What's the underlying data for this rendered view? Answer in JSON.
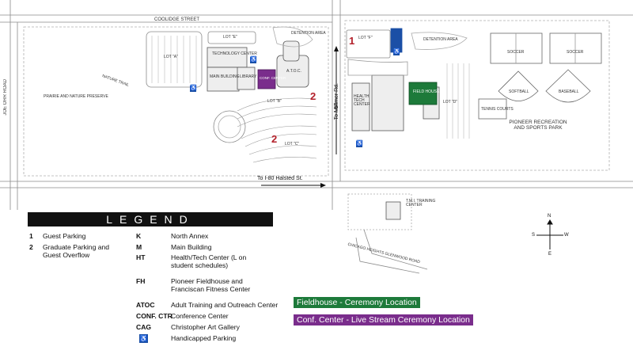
{
  "roads": {
    "coolidge": "COOLIDGE STREET",
    "joe_orr": "JOE ORR ROAD",
    "vollmer": "Vollmer Rd.",
    "i57": "To I-57",
    "halsted": "To I-80  Halsted St.",
    "chicago_heights": "CHICAGO HEIGHTS GLENWOOD ROAD"
  },
  "places": {
    "prairie": "PRAIRIE AND NATURE PRESERVE",
    "nature_trail": "NATURE TRAIL",
    "lot_a": "LOT \"A\"",
    "lot_b": "LOT \"B\"",
    "lot_c": "LOT \"C\"",
    "lot_d": "LOT \"D\"",
    "lot_e": "LOT \"E\"",
    "lot_f": "LOT \"F\"",
    "technology_center": "TECHNOLOGY CENTER",
    "main_building": "MAIN BUILDING",
    "library": "LIBRARY",
    "conf_center": "CONF. CENTER",
    "atoc": "A.T.O.C.",
    "detention_area_1": "DETENTION AREA",
    "detention_area_2": "DETENTION AREA",
    "health_tech": "HEALTH TECH CENTER",
    "field_house": "FIELD HOUSE",
    "soccer_1": "SOCCER",
    "soccer_2": "SOCCER",
    "softball": "SOFTBALL",
    "baseball": "BASEBALL",
    "tennis_courts": "TENNIS COURTS",
    "pioneer_park": "PIONEER RECREATION AND SPORTS PARK",
    "tmi": "T.M.I. TRAINING CENTER"
  },
  "map_numbers": [
    "1",
    "2",
    "2"
  ],
  "compass": {
    "n": "N",
    "s": "S",
    "e": "E",
    "w": "W"
  },
  "legend": {
    "title": "LEGEND",
    "left": [
      {
        "code": "1",
        "desc": "Guest Parking"
      },
      {
        "code": "2",
        "desc": "Graduate Parking and Guest Overflow"
      }
    ],
    "right": [
      {
        "code": "K",
        "desc": "North Annex"
      },
      {
        "code": "M",
        "desc": "Main Building"
      },
      {
        "code": "HT",
        "desc": "Health/Tech Center (L on student schedules)"
      },
      {
        "code": "FH",
        "desc": "Pioneer Fieldhouse and Franciscan Fitness Center"
      },
      {
        "code": "ATOC",
        "desc": "Adult Training and Outreach Center"
      },
      {
        "code": "CONF. CTR",
        "desc": "Conference Center"
      },
      {
        "code": "CAG",
        "desc": "Christopher Art Gallery"
      },
      {
        "code": "♿",
        "desc": "Handicapped Parking"
      }
    ]
  },
  "callouts": {
    "fieldhouse": "Fieldhouse - Ceremony Location",
    "conf_center": "Conf. Center - Live Stream Ceremony Location"
  },
  "colors": {
    "fieldhouse_green": "#1d7a3a",
    "conf_purple": "#7a2d8c",
    "guest_red": "#b3202a",
    "handicap_blue": "#1b4fa6"
  }
}
